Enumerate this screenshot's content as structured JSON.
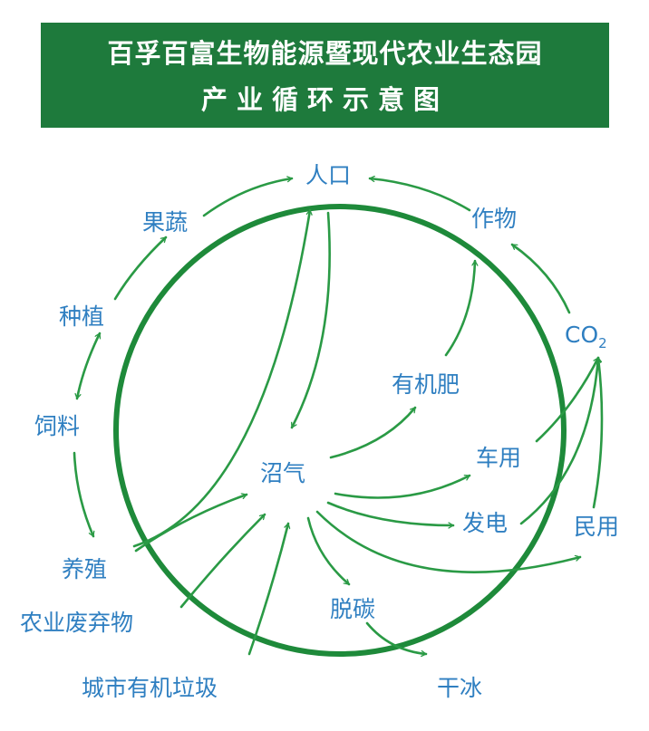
{
  "title": {
    "line1": "百孚百富生物能源暨现代农业生态园",
    "line2": "产业循环示意图"
  },
  "colors": {
    "banner": "#1e7a3c",
    "ring": "#1e8a3a",
    "arrow": "#2a9a45",
    "label": "#2f7fc1"
  },
  "nodes": {
    "renkou": "人口",
    "guoshu": "果蔬",
    "zuowu": "作物",
    "zhongzhi": "种植",
    "co2_base": "CO",
    "co2_sub": "2",
    "youjifei": "有机肥",
    "siliao": "饲料",
    "zhaoqi": "沼气",
    "chexiong": "车用",
    "fadian": "发电",
    "minyong": "民用",
    "yangzhi": "养殖",
    "tuotan": "脱碳",
    "nongye_feiqiwu": "农业废弃物",
    "chengshi_laji": "城市有机垃圾",
    "ganbing": "干冰"
  }
}
